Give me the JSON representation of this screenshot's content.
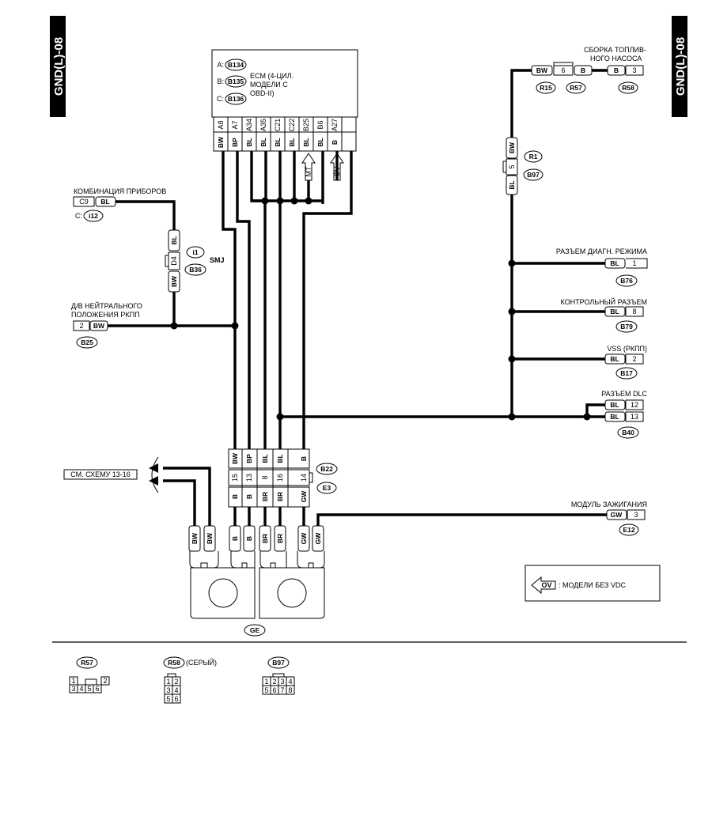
{
  "page_id": "GND(L)-08",
  "ecm": {
    "prefixes": [
      "A:",
      "B:",
      "C:"
    ],
    "connectors": [
      "B134",
      "B135",
      "B136"
    ],
    "title_lines": [
      "ECM (4-ЦИЛ.",
      "МОДЕЛИ С",
      "OBD-II)"
    ],
    "pins": [
      "A8",
      "A7",
      "A34",
      "A35",
      "C21",
      "C22",
      "B25",
      "B6",
      "A27"
    ],
    "wires": [
      "BW",
      "BP",
      "BL",
      "BL",
      "BL",
      "BL",
      "BL",
      "BL",
      "B"
    ],
    "mt_label": "MT",
    "ov_label": "OV"
  },
  "instrument_cluster": {
    "label": "КОМБИНАЦИЯ ПРИБОРОВ",
    "pin": "C9",
    "wire": "BL",
    "prefix": "C:",
    "connector": "i12"
  },
  "smj": {
    "label": "SMJ",
    "pin": "D4",
    "wire_top": "BL",
    "wire_bottom": "BW",
    "connectors": [
      "i1",
      "B36"
    ]
  },
  "neutral_switch": {
    "label_lines": [
      "Д/В НЕЙТРАЛЬНОГО",
      "ПОЛОЖЕНИЯ РКПП"
    ],
    "pin": "2",
    "wire": "BW",
    "connector": "B25"
  },
  "fuel_pump": {
    "label_lines": [
      "СБОРКА ТОПЛИВ-",
      "НОГО НАСОСА"
    ],
    "wire1": "BW",
    "pin1": "6",
    "wire2": "B",
    "wire3": "B",
    "pin3": "3",
    "connectors": [
      "R15",
      "R57",
      "R58"
    ]
  },
  "r1_joint": {
    "wire_top": "BW",
    "pin": "5",
    "wire_bottom": "BL",
    "connectors": [
      "R1",
      "B97"
    ]
  },
  "diag_connector": {
    "label": "РАЗЪЕМ ДИАГН. РЕЖИМА",
    "wire": "BL",
    "pin": "1",
    "connector": "B76"
  },
  "check_connector": {
    "label": "КОНТРОЛЬНЫЙ РАЗЪЕМ",
    "wire": "BL",
    "pin": "8",
    "connector": "B79"
  },
  "vss": {
    "label": "VSS (РКПП)",
    "wire": "BL",
    "pin": "2",
    "connector": "B17"
  },
  "dlc": {
    "label": "РАЗЪЕМ DLC",
    "wire": "BL",
    "pins": [
      "12",
      "13"
    ],
    "connector": "B40"
  },
  "joint_b22": {
    "pins": [
      "15",
      "13",
      "8",
      "16",
      "14"
    ],
    "wires_top": [
      "BW",
      "BP",
      "BL",
      "BL",
      "B"
    ],
    "wires_bottom": [
      "B",
      "B",
      "BR",
      "BR",
      "GW"
    ],
    "connectors": [
      "B22",
      "E3"
    ]
  },
  "see_scheme": {
    "label": "СМ. СХЕМУ 13-16"
  },
  "ignition_module": {
    "label": "МОДУЛЬ ЗАЖИГАНИЯ",
    "wire": "GW",
    "pin": "3",
    "connector": "E12"
  },
  "ground": {
    "terminal_wires": [
      "BW",
      "BW",
      "B",
      "B",
      "BR",
      "BR",
      "GW",
      "GW"
    ],
    "label": "GE"
  },
  "legend": {
    "symbol": "OV",
    "text": ": МОДЕЛИ БЕЗ VDC"
  },
  "connector_views": [
    {
      "name": "R57",
      "suffix": "",
      "rows": [
        [
          "1",
          "",
          "",
          "2"
        ],
        [
          "3",
          "4",
          "5",
          "6"
        ]
      ]
    },
    {
      "name": "R58",
      "suffix": "(СЕРЫЙ)",
      "rows": [
        [
          "1",
          "2"
        ],
        [
          "3",
          "4"
        ],
        [
          "5",
          "6"
        ]
      ]
    },
    {
      "name": "B97",
      "suffix": "",
      "rows": [
        [
          "1",
          "2",
          "3",
          "4"
        ],
        [
          "5",
          "6",
          "7",
          "8"
        ]
      ]
    }
  ]
}
